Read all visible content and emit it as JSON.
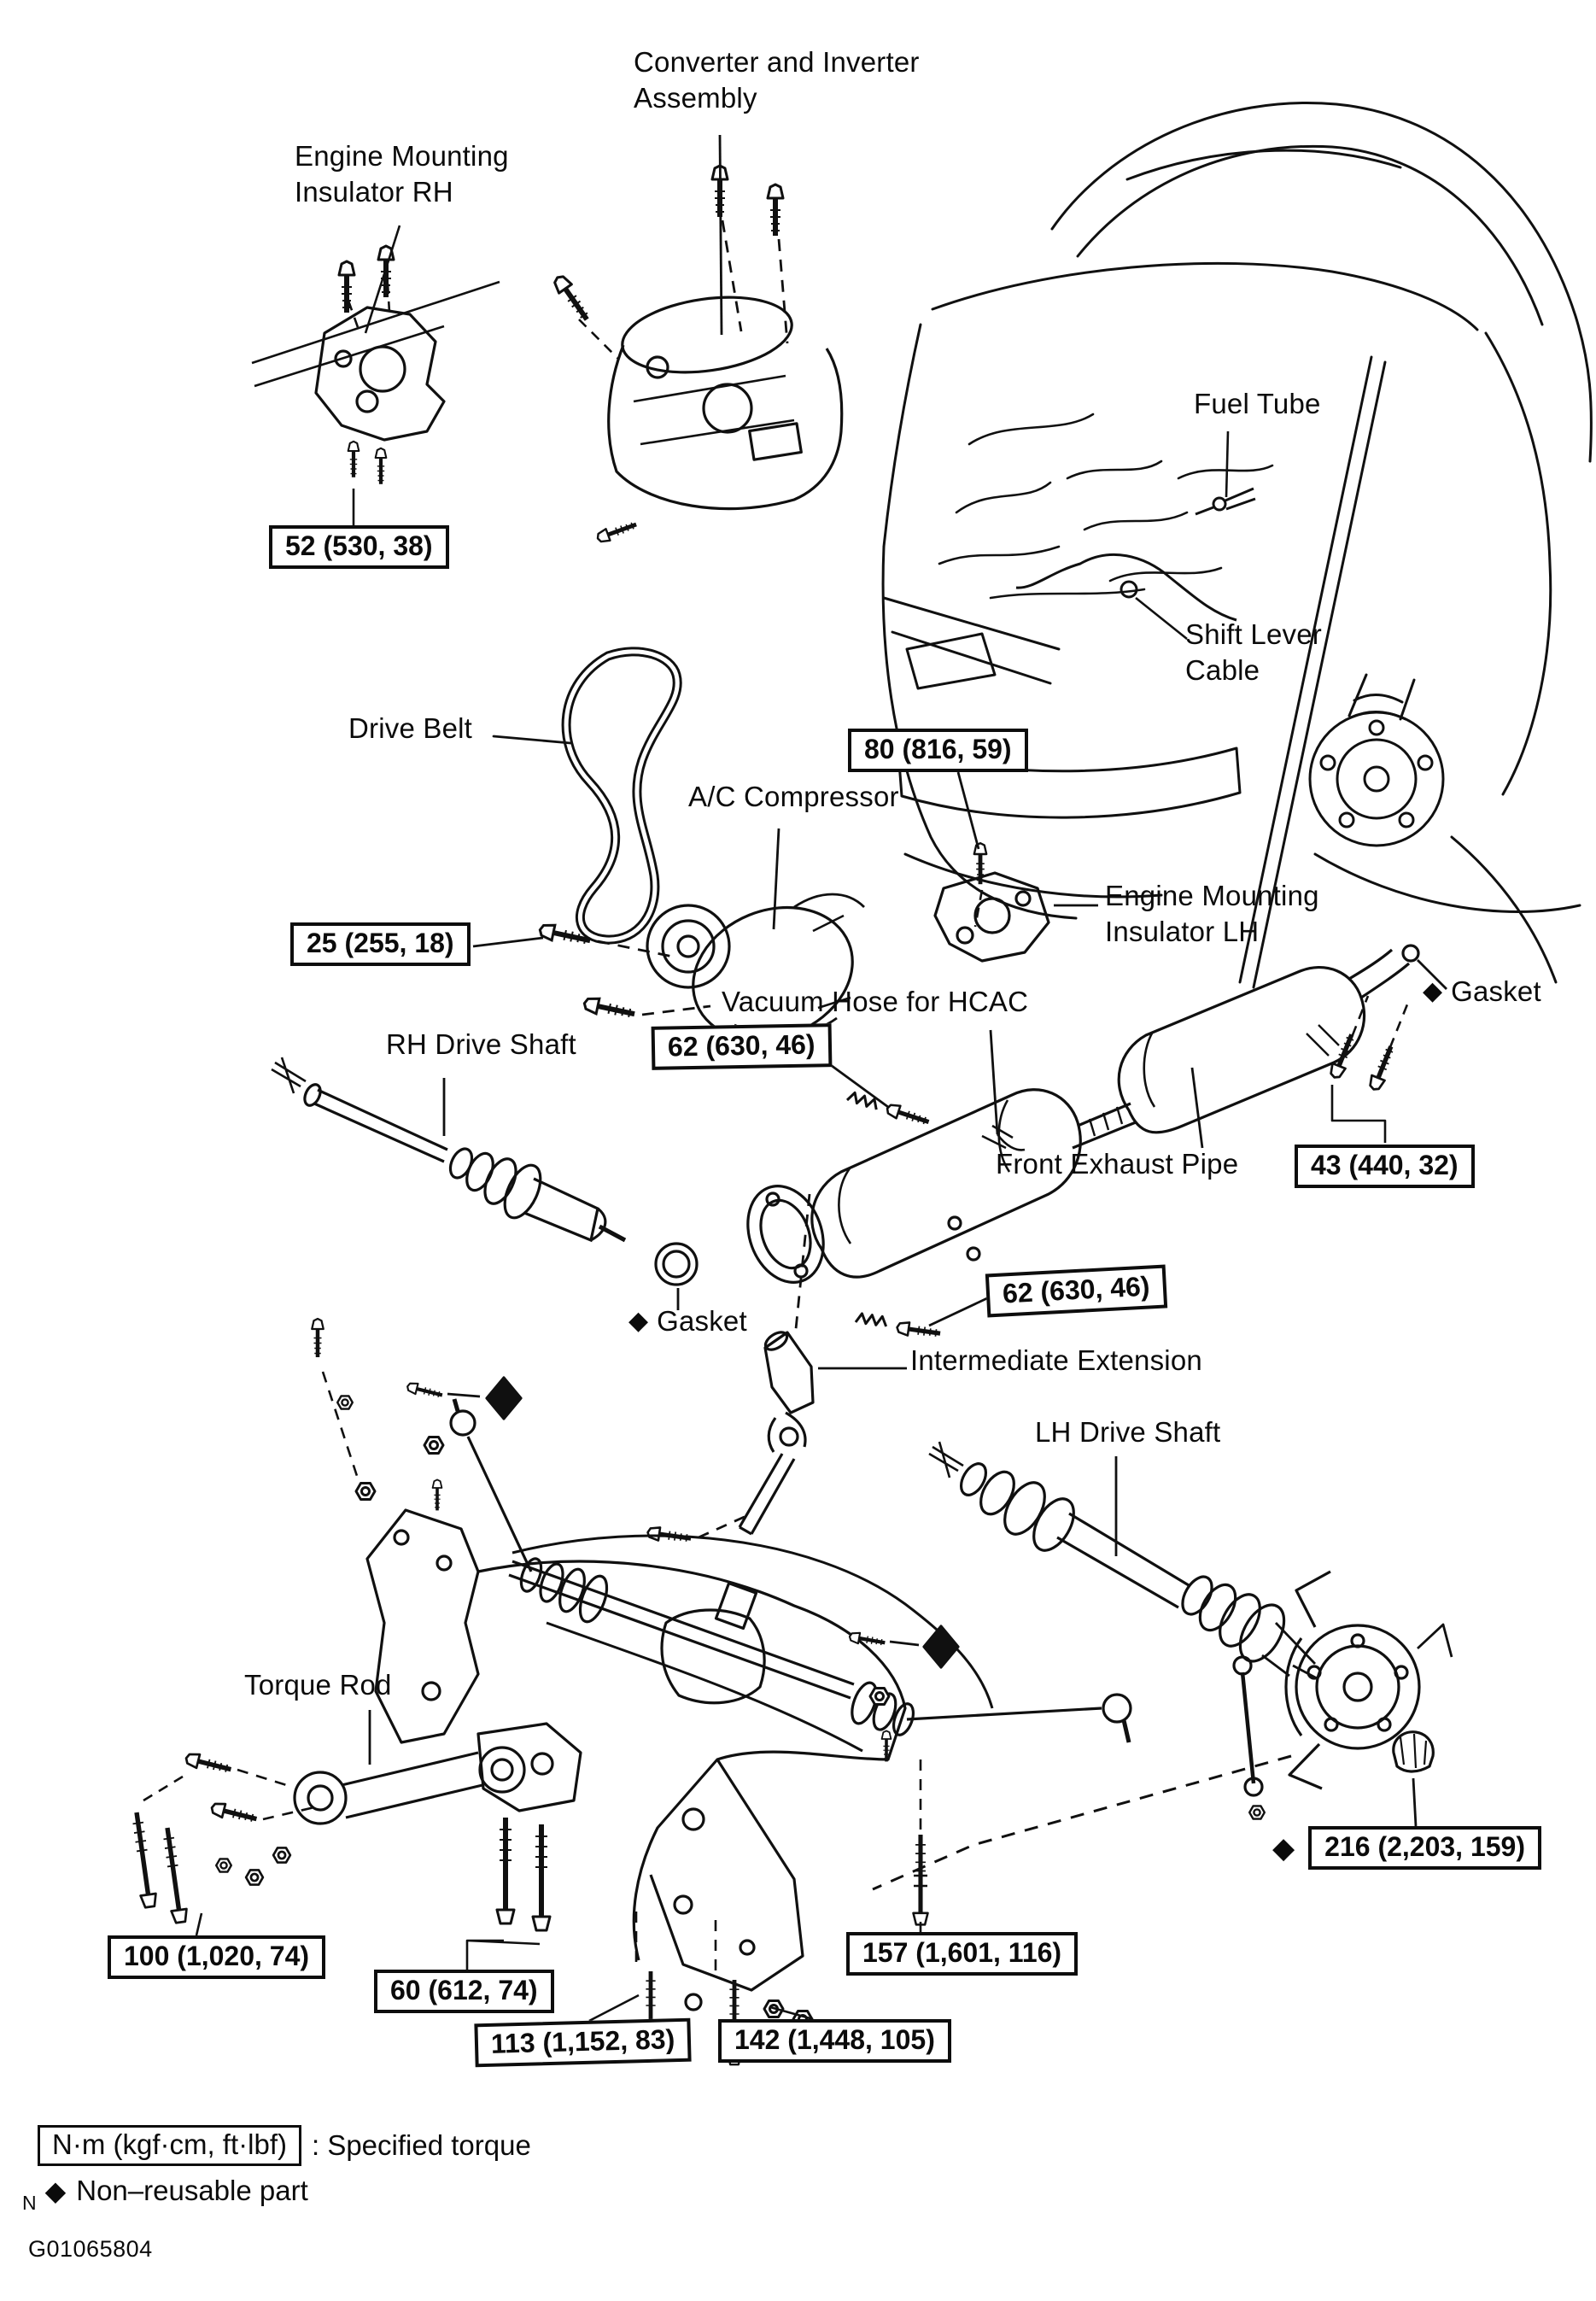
{
  "figure": {
    "code": "G01065804"
  },
  "glyphs": {
    "diamond": "◆"
  },
  "labels": {
    "converter": "Converter and Inverter\nAssembly",
    "mount_rh": "Engine Mounting\nInsulator RH",
    "fuel_tube": "Fuel Tube",
    "shift_cable": "Shift Lever\nCable",
    "drive_belt": "Drive Belt",
    "ac_compressor": "A/C Compressor",
    "mount_lh": "Engine Mounting\nInsulator LH",
    "gasket_right": "Gasket",
    "vacuum_hose": "Vacuum Hose for HCAC",
    "rh_drive_shaft": "RH Drive Shaft",
    "front_exhaust": "Front Exhaust Pipe",
    "gasket_lower": "Gasket",
    "intermediate": "Intermediate Extension",
    "lh_drive_shaft": "LH Drive Shaft",
    "torque_rod": "Torque Rod"
  },
  "torques": {
    "t52": "52 (530, 38)",
    "t80": "80 (816, 59)",
    "t25": "25 (255, 18)",
    "t62a": "62 (630, 46)",
    "t43": "43 (440, 32)",
    "t62b": "62 (630, 46)",
    "t216": "216 (2,203, 159)",
    "t100": "100 (1,020, 74)",
    "t60": "60 (612, 74)",
    "t157": "157 (1,601, 116)",
    "t113": "113 (1,152, 83)",
    "t142": "142 (1,448, 105)"
  },
  "legend": {
    "unit_box": "N·m (kgf·cm, ft·lbf)",
    "unit_desc": ": Specified torque",
    "n_note": "N",
    "nonreusable": "Non–reusable part"
  }
}
